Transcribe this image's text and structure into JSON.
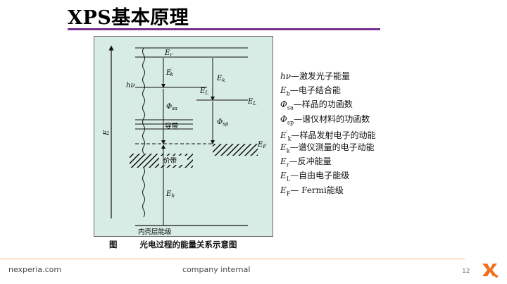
{
  "slide": {
    "title": "XPS基本原理",
    "page_number": "12"
  },
  "diagram": {
    "axis_label": "E",
    "levels": {
      "Er": "E",
      "Er_sub": "r",
      "EL": "E",
      "EL_sub": "L",
      "EF": "E",
      "EF_sub": "F"
    },
    "labels": {
      "hv": "hν",
      "Ek_prime": "E",
      "Ek_prime_sub": "k",
      "Ek": "E",
      "Ek_sub": "k",
      "phi_sa": "Φ",
      "phi_sa_sub": "sa",
      "phi_sp": "Φ",
      "phi_sp_sub": "sp",
      "Eb": "E",
      "Eb_sub": "b",
      "conduction_band": "导带",
      "valence_band": "价带",
      "core_level": "内壳层能级"
    },
    "caption_prefix": "图",
    "caption": "光电过程的能量关系示意图"
  },
  "legend": [
    {
      "symbol": "hν",
      "sub": "",
      "sup": "",
      "text": "—激发光子能量"
    },
    {
      "symbol": "E",
      "sub": "b",
      "sup": "",
      "text": "—电子结合能"
    },
    {
      "symbol": "Φ",
      "sub": "sa",
      "sup": "",
      "text": "—样品的功函数"
    },
    {
      "symbol": "Φ",
      "sub": "sp",
      "sup": "",
      "text": "—谱仪材料的功函数"
    },
    {
      "symbol": "E",
      "sub": "k",
      "sup": "′",
      "text": "—样品发射电子的动能"
    },
    {
      "symbol": "E",
      "sub": "k",
      "sup": "",
      "text": "—谱仪测量的电子动能"
    },
    {
      "symbol": "E",
      "sub": "r",
      "sup": "",
      "text": "—反冲能量"
    },
    {
      "symbol": "E",
      "sub": "L",
      "sup": "",
      "text": "—自由电子能级"
    },
    {
      "symbol": "E",
      "sub": "F",
      "sup": "",
      "text": "— Fermi能级"
    }
  ],
  "footer": {
    "website": "nexperia.com",
    "classification": "company internal"
  },
  "colors": {
    "accent": "#7a2f8f",
    "logo": "#f07020",
    "figure_bg": "#d8ece6"
  }
}
